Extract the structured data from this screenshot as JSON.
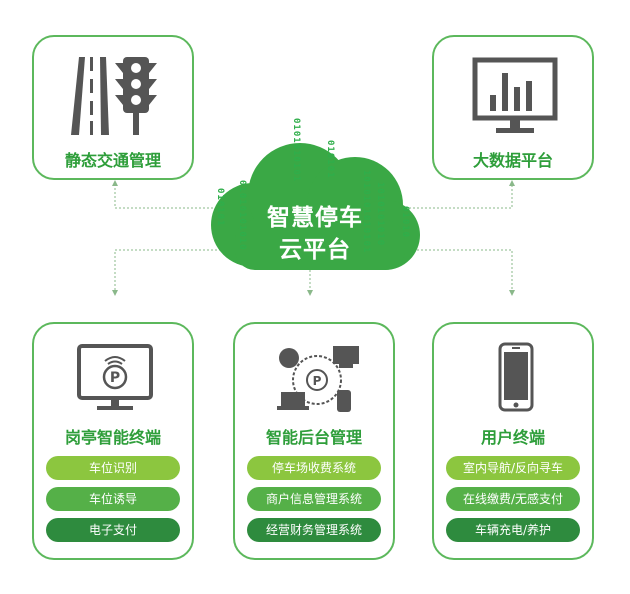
{
  "center": {
    "line1": "智慧停车",
    "line2": "云平台"
  },
  "binary": [
    "010101",
    "01010101010",
    "0101010101",
    "010101",
    "1010101010101",
    "1010101010",
    "01010"
  ],
  "top_cards": [
    {
      "title": "静态交通管理",
      "icon": "traffic-light-road-icon"
    },
    {
      "title": "大数据平台",
      "icon": "bar-chart-monitor-icon"
    }
  ],
  "bottom_cards": [
    {
      "title": "岗亭智能终端",
      "icon": "parking-monitor-icon",
      "items": [
        "车位识别",
        "车位诱导",
        "电子支付"
      ]
    },
    {
      "title": "智能后台管理",
      "icon": "parking-network-icon",
      "items": [
        "停车场收费系统",
        "商户信息管理系统",
        "经营财务管理系统"
      ]
    },
    {
      "title": "用户终端",
      "icon": "smartphone-icon",
      "items": [
        "室内导航/反向寻车",
        "在线缴费/无感支付",
        "车辆充电/养护"
      ]
    }
  ],
  "colors": {
    "green": "#2e9e3a",
    "cloud": "#3aa845",
    "pill1": "#8cc63f",
    "pill2": "#55b048",
    "pill3": "#2e8b3e",
    "icon": "#555555"
  }
}
